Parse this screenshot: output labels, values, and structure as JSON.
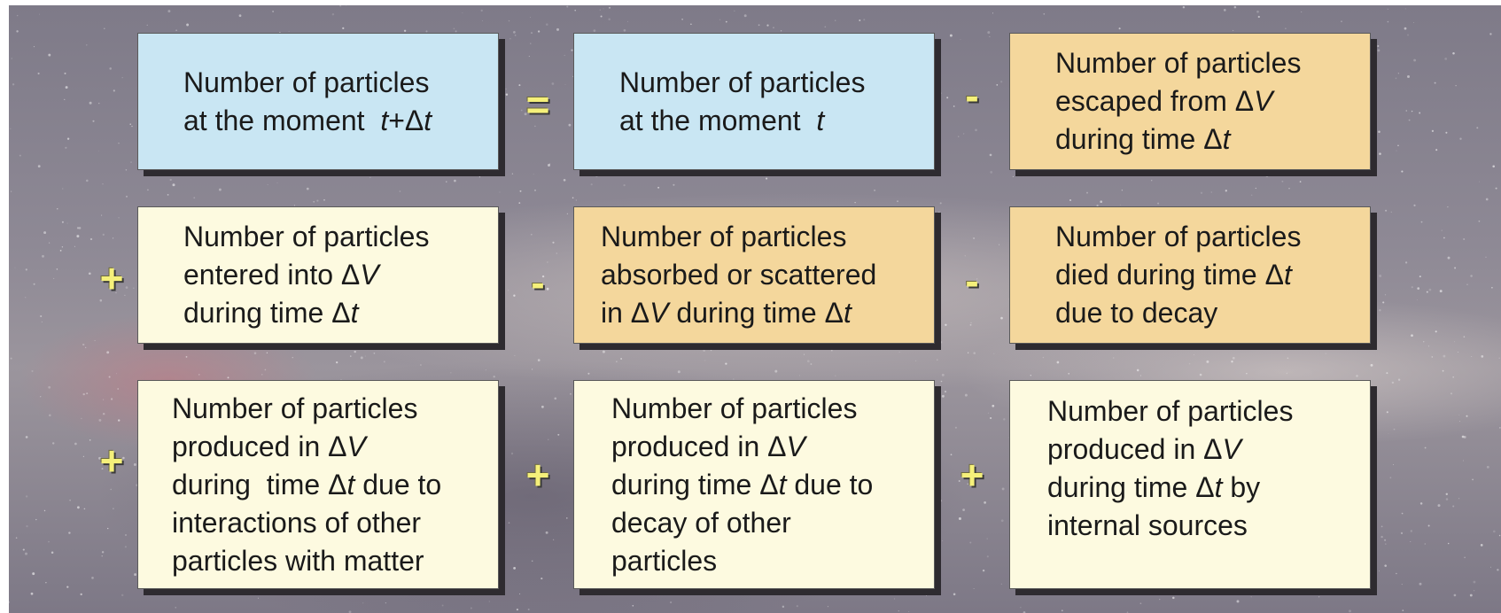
{
  "diagram": {
    "rows": [
      {
        "row_operator": "",
        "cells": [
          {
            "color": "#c9e6f3",
            "lines": [
              [
                "Number of particles"
              ],
              [
                "at the moment  ",
                {
                  "i": "t"
                },
                "+Δ",
                {
                  "i": "t"
                }
              ]
            ]
          },
          {
            "operator_before": "=",
            "color": "#c9e6f3",
            "lines": [
              [
                "Number of particles"
              ],
              [
                "at the moment  ",
                {
                  "i": "t"
                }
              ]
            ]
          },
          {
            "operator_before": "-",
            "color": "#f4d79c",
            "lines": [
              [
                "Number of particles"
              ],
              [
                "escaped from Δ",
                {
                  "i": "V"
                }
              ],
              [
                "during time Δ",
                {
                  "i": "t"
                }
              ]
            ]
          }
        ]
      },
      {
        "row_operator": "+",
        "cells": [
          {
            "color": "#fdfae0",
            "lines": [
              [
                "Number of particles"
              ],
              [
                "entered into Δ",
                {
                  "i": "V"
                }
              ],
              [
                "during time Δ",
                {
                  "i": "t"
                }
              ]
            ]
          },
          {
            "operator_before": "-",
            "color": "#f4d79c",
            "lines": [
              [
                "Number of particles"
              ],
              [
                "absorbed or scattered"
              ],
              [
                "in Δ",
                {
                  "i": "V"
                },
                " during time Δ",
                {
                  "i": "t"
                }
              ]
            ]
          },
          {
            "operator_before": "-",
            "color": "#f4d79c",
            "lines": [
              [
                "Number of particles"
              ],
              [
                "died during time Δ",
                {
                  "i": "t"
                }
              ],
              [
                "due to decay"
              ]
            ]
          }
        ]
      },
      {
        "row_operator": "+",
        "cells": [
          {
            "color": "#fdfae0",
            "lines": [
              [
                "Number of particles"
              ],
              [
                "produced in Δ",
                {
                  "i": "V"
                }
              ],
              [
                "during  time Δ",
                {
                  "i": "t"
                },
                " due to"
              ],
              [
                "interactions of other"
              ],
              [
                "particles with matter"
              ]
            ]
          },
          {
            "operator_before": "+",
            "color": "#fdfae0",
            "lines": [
              [
                "Number of particles"
              ],
              [
                "produced in Δ",
                {
                  "i": "V"
                }
              ],
              [
                "during time Δ",
                {
                  "i": "t"
                },
                " due to"
              ],
              [
                "decay of other"
              ],
              [
                "particles"
              ]
            ]
          },
          {
            "operator_before": "+",
            "color": "#fdfae0",
            "lines": [
              [
                "Number of particles"
              ],
              [
                "produced in Δ",
                {
                  "i": "V"
                }
              ],
              [
                "during time Δ",
                {
                  "i": "t"
                },
                " by"
              ],
              [
                "internal sources"
              ]
            ]
          }
        ]
      }
    ]
  }
}
